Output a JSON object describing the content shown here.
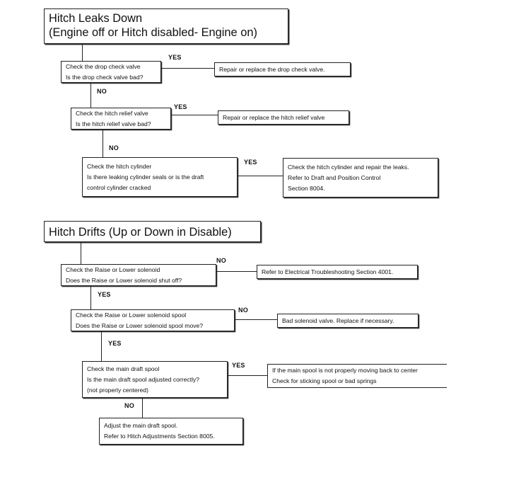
{
  "section1": {
    "title_line1": "Hitch Leaks Down",
    "title_line2": "(Engine off or Hitch disabled- Engine on)",
    "q1": {
      "line1": "Check the drop check valve",
      "line2": "Is the drop check valve bad?",
      "yes": "YES",
      "no": "NO",
      "action": "Repair or replace the drop check valve."
    },
    "q2": {
      "line1": "Check the hitch relief valve",
      "line2": "Is the hitch relief valve bad?",
      "yes": "YES",
      "no": "NO",
      "action": "Repair or replace the hitch relief valve"
    },
    "q3": {
      "line1": "Check the hitch cylinder",
      "line2": "Is there leaking cylinder seals or is the draft",
      "line3": "control cylinder cracked",
      "yes": "YES",
      "action_line1": "Check the hitch cylinder and repair the leaks.",
      "action_line2": "Refer to Draft and Position Control",
      "action_line3": "Section 8004."
    }
  },
  "section2": {
    "title": "Hitch Drifts (Up or Down in Disable)",
    "q1": {
      "line1": "Check the Raise or Lower solenoid",
      "line2": "Does the Raise or Lower solenoid shut off?",
      "no": "NO",
      "yes": "YES",
      "action": "Refer to Electrical Troubleshooting Section 4001."
    },
    "q2": {
      "line1": "Check the Raise or Lower solenoid spool",
      "line2": "Does the Raise or Lower solenoid spool move?",
      "no": "NO",
      "yes": "YES",
      "action": "Bad solenoid valve. Replace if necessary."
    },
    "q3": {
      "line1": "Check the main draft spool",
      "line2": "Is the main draft spool adjusted correctly?",
      "line3": "(not properly centered)",
      "yes": "YES",
      "no": "NO",
      "action_line1": "If the main spool is not properly moving back to center",
      "action_line2": "Check for sticking spool or bad springs"
    },
    "final": {
      "line1": "Adjust the main draft spool.",
      "line2": "Refer to Hitch Adjustments Section 8005."
    }
  }
}
